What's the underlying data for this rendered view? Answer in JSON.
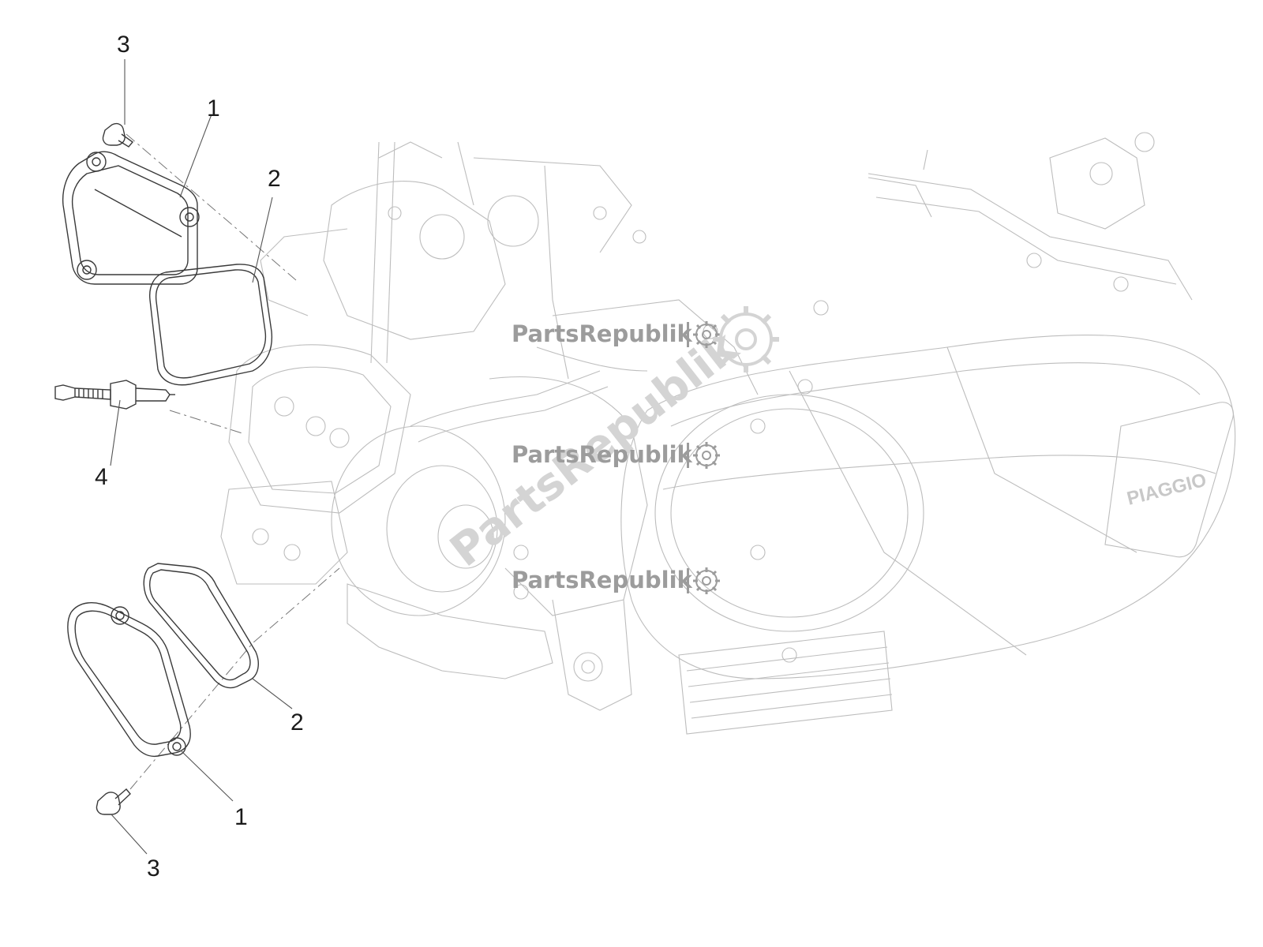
{
  "callouts": {
    "c1_top": "1",
    "c1_bottom": "1",
    "c2_top": "2",
    "c2_bottom": "2",
    "c3_top": "3",
    "c3_bottom": "3",
    "c4": "4"
  },
  "engine_logo": "PIAGGIO",
  "watermark": {
    "text": "PartsRepublik",
    "diagonal": "PartsRepublik",
    "color": "#9c9c9c"
  },
  "icons": [
    "gear-icon"
  ]
}
